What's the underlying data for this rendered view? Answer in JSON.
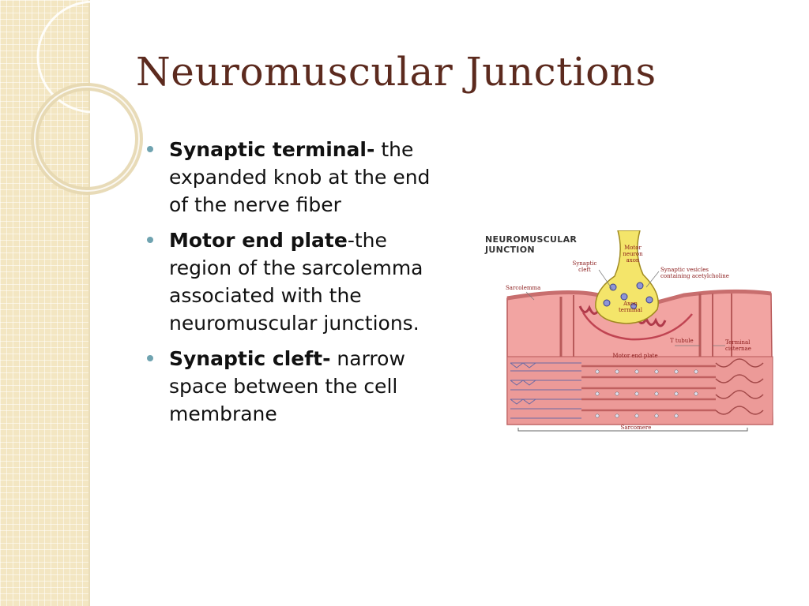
{
  "slide": {
    "title": "Neuromuscular Junctions",
    "bullets": [
      {
        "term": "Synaptic terminal-",
        "text": "the expanded knob at the end of the nerve fiber"
      },
      {
        "term": "Motor end plate",
        "text": "-the region of the sarcolemma associated with the neuromuscular junctions."
      },
      {
        "term": "Synaptic cleft-",
        "text": "narrow space between the cell membrane"
      }
    ]
  },
  "figure": {
    "caption_line1": "NEUROMUSCULAR",
    "caption_line2": "JUNCTION",
    "labels": {
      "motor_neuron_axon_1": "Motor",
      "motor_neuron_axon_2": "neuron",
      "motor_neuron_axon_3": "axon",
      "synaptic_cleft_1": "Synaptic",
      "synaptic_cleft_2": "cleft",
      "synaptic_vesicles_1": "Synaptic vesicles",
      "synaptic_vesicles_2": "containing acetylcholine",
      "sarcolemma": "Sarcolemma",
      "axon_terminal_1": "Axon",
      "axon_terminal_2": "terminal",
      "t_tubule": "T tubule",
      "terminal_cisternae_1": "Terminal",
      "terminal_cisternae_2": "cisternae",
      "motor_end_plate": "Motor end plate",
      "sarcomere": "Sarcomere"
    }
  },
  "colors": {
    "title": "#5c2a1e",
    "bullet_dot": "#6fa3b0",
    "side_band": "#f3e6c2",
    "muscle": "#f0a0a0",
    "axon": "#f2e46a"
  }
}
